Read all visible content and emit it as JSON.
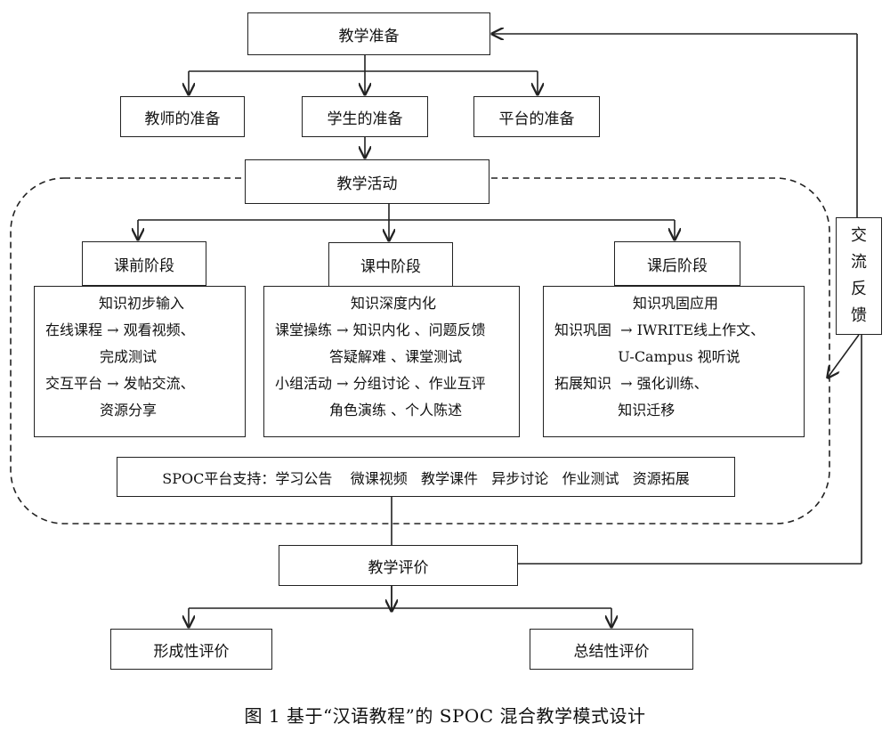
{
  "diagram": {
    "prep": "教学准备",
    "teacher_prep": "教师的准备",
    "student_prep": "学生的准备",
    "platform_prep": "平台的准备",
    "activity": "教学活动",
    "pre_class": {
      "title": "课前阶段",
      "heading": "知识初步输入",
      "lines": [
        "在线课程 → 观看视频、",
        "            完成测试",
        "交互平台 → 发帖交流、",
        "            资源分享"
      ]
    },
    "in_class": {
      "title": "课中阶段",
      "heading": "知识深度内化",
      "lines": [
        "课堂操练 → 知识内化 、问题反馈",
        "            答疑解难 、课堂测试",
        "小组活动 → 分组讨论 、作业互评",
        "            角色演练 、个人陈述"
      ]
    },
    "post_class": {
      "title": "课后阶段",
      "heading": "知识巩固应用",
      "lines": [
        "知识巩固  → IWRITE线上作文、",
        "              U-Campus 视听说",
        "拓展知识  → 强化训练、",
        "              知识迁移"
      ]
    },
    "spoc_support": "SPOC平台支持：学习公告    微课视频   教学课件   异步讨论   作业测试   资源拓展",
    "feedback": [
      "交",
      "流",
      "反",
      "馈"
    ],
    "evaluation": "教学评价",
    "formative": "形成性评价",
    "summative": "总结性评价"
  },
  "caption": "图 1    基于“汉语教程”的 SPOC 混合教学模式设计"
}
